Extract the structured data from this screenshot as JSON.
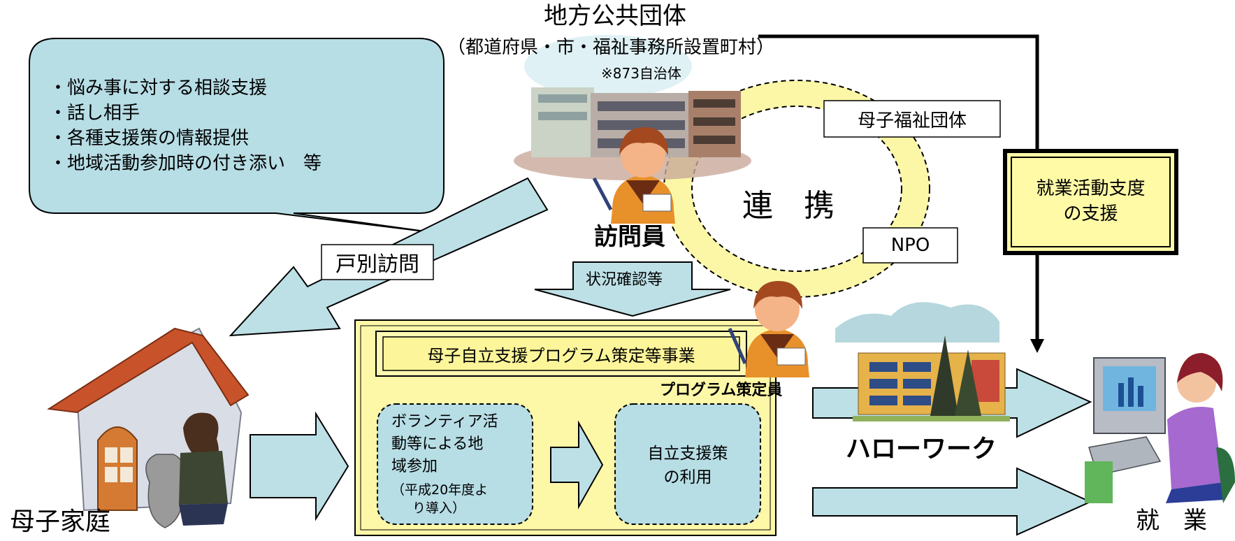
{
  "org": {
    "title": "地方公共団体",
    "subtitle": "（都道府県・市・福祉事務所設置町村）",
    "note": "※873自治体"
  },
  "bubble": {
    "items": [
      "・悩み事に対する相談支援",
      "・話し相手",
      "・各種支援策の情報提供",
      "・地域活動参加時の付き添い　等"
    ]
  },
  "partners": {
    "boshi_fukushi": "母子福祉団体",
    "npo": "NPO"
  },
  "renkei": "連　携",
  "visitor": "訪問員",
  "visit_label": "戸別訪問",
  "status_check": "状況確認等",
  "program": {
    "title": "母子自立支援プログラム策定等事業",
    "volunteer": [
      "ボランティア活",
      "動等による地",
      "域参加"
    ],
    "volunteer_note": [
      "（平成20年度よ",
      "り導入）"
    ],
    "support": [
      "自立支援策",
      "の利用"
    ]
  },
  "planner": "プログラム策定員",
  "employment_support": [
    "就業活動支度",
    "の支援"
  ],
  "hellowork": "ハローワーク",
  "boshi_katei": "母子家庭",
  "shugyo": "就　業",
  "colors": {
    "bubble_fill": "#b7dde5",
    "arrow_fill": "#bde0e6",
    "program_fill": "#fdf7a8",
    "ring_fill": "#fbf7a6",
    "emphasis_fill": "#fffaa6"
  }
}
